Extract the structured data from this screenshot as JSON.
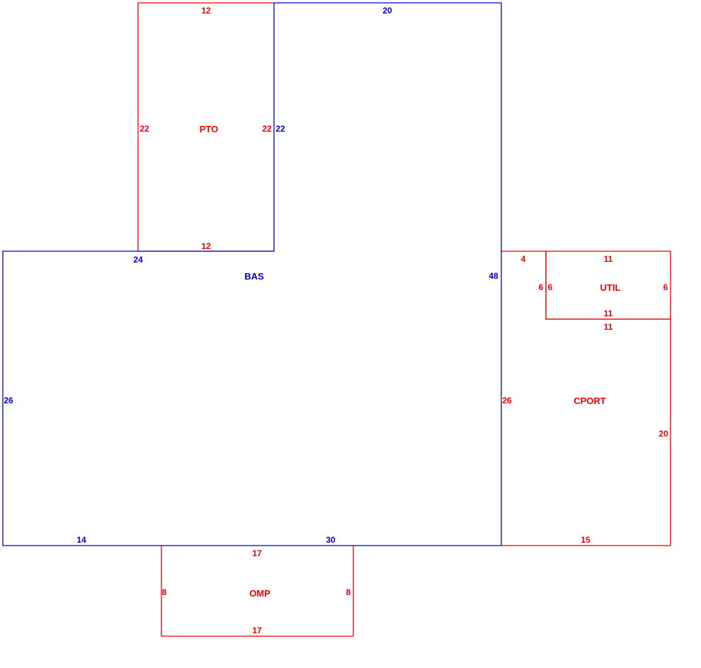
{
  "colors": {
    "primary": "#0000cc",
    "secondary": "#ee0000"
  },
  "areas": {
    "bas": "BAS",
    "pto": "PTO",
    "util": "UTIL",
    "cport": "CPORT",
    "omp": "OMP"
  },
  "dims": {
    "bas_top": "20",
    "bas_pto_side": "22",
    "bas_left_top": "24",
    "bas_right": "48",
    "bas_left": "26",
    "bas_bottom_left": "14",
    "bas_bottom_right": "30",
    "pto_top": "12",
    "pto_left": "22",
    "pto_right": "22",
    "pto_bottom": "12",
    "util_top": "11",
    "util_left": "6",
    "util_right": "6",
    "util_bottom": "11",
    "cport_top": "4",
    "cport_util_side": "6",
    "cport_util_bottom": "11",
    "cport_left": "26",
    "cport_right": "20",
    "cport_bottom": "15",
    "omp_top": "17",
    "omp_left": "8",
    "omp_right": "8",
    "omp_bottom": "17"
  }
}
